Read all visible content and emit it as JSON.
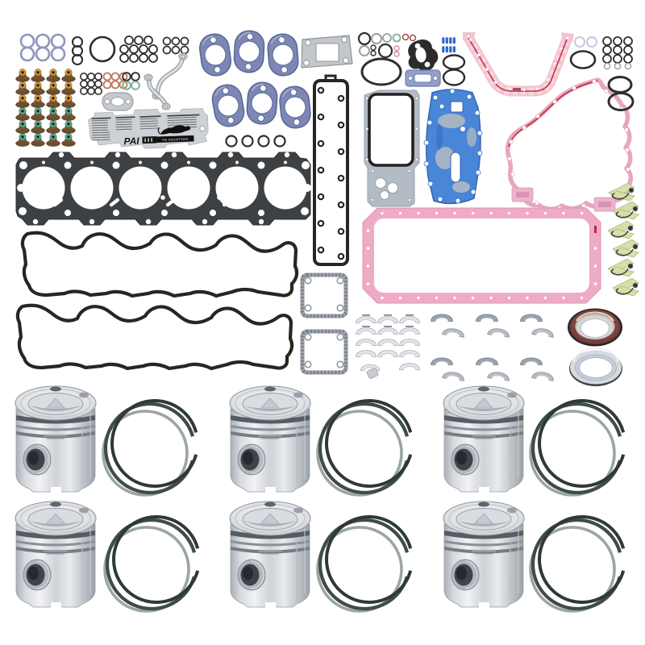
{
  "meta": {
    "description": "Product photo: inframe engine rebuild kit for 6-cylinder diesel engine on white background",
    "background": "#ffffff"
  },
  "tag": {
    "brand": "PAI",
    "brand_bar": "PAI INDUSTRIES"
  },
  "colors": {
    "oring_black": "#2e2e2e",
    "oring_periwinkle": "#8d96bf",
    "oring_gray": "#9aa0a8",
    "oring_green": "#79b29b",
    "oring_red": "#a84848",
    "oring_pink": "#d98aa6",
    "oring_lavender": "#c6c8dd",
    "oring_copper": "#c2795a",
    "seal_body_brown": "#7a5a38",
    "seal_dark_brown": "#4a3622",
    "seal_cap_amber": "#d79a3c",
    "seal_cap_teal": "#4fb39c",
    "manifold_blue": "#7c87b6",
    "manifold_blue_dark": "#5a6595",
    "metal_light": "#c6cacf",
    "metal_mid": "#9fa6ad",
    "gasket_black": "#262626",
    "head_gasket_gray": "#3e4144",
    "tag_silver": "#cdd1d6",
    "cooler_plate_gray": "#b3bbc5",
    "cooler_blue": "#4a86d8",
    "cooler_blue_dark": "#2f66b4",
    "gasket_pink": "#efaac6",
    "gasket_pink_dark": "#e291b4",
    "gasket_pink_pale": "#f2c3d2",
    "bead_red": "#c63333",
    "clip_green": "#d6dfa6",
    "wire_dark": "#3c3e41",
    "bearing_light": "#e3e5e9",
    "bearing_mid": "#b7bdc5",
    "bearing_dark": "#9aa2ab",
    "seal_maroon": "#6e3b3b",
    "seal_silver": "#d3dae1",
    "ring_dark": "#3e4c4b",
    "ring_mid": "#2f3939",
    "ring_light": "#9aa5a4"
  },
  "parts": [
    {
      "id": "periwinkle_orings",
      "name": "O-rings, periwinkle",
      "qty": 6
    },
    {
      "id": "black_oring_column",
      "name": "O-rings, small black column",
      "qty": 3
    },
    {
      "id": "large_black_oring",
      "name": "O-ring, large black",
      "qty": 1
    },
    {
      "id": "black_oring_cluster",
      "name": "O-rings, black cluster",
      "qty": 11
    },
    {
      "id": "black_orings_2x3",
      "name": "O-rings, black 2x3",
      "qty": 6
    },
    {
      "id": "valve_stem_seals_amber",
      "name": "Valve stem seals, amber top",
      "qty": 12
    },
    {
      "id": "valve_stem_seals_teal",
      "name": "Valve stem seals, teal top",
      "qty": 12
    },
    {
      "id": "black_orings_3x3",
      "name": "O-rings, black 3x3",
      "qty": 9
    },
    {
      "id": "copper_orings",
      "name": "O-rings, copper",
      "qty": 6
    },
    {
      "id": "black_green_pairs",
      "name": "O-rings, black and green pairs",
      "qty": 4
    },
    {
      "id": "oil_supply_tubes",
      "name": "Oil supply tubes",
      "qty": 2
    },
    {
      "id": "oval_flange_gasket",
      "name": "Oval flange gasket",
      "qty": 1
    },
    {
      "id": "info_tag",
      "name": "PAI parts tag",
      "qty": 1
    },
    {
      "id": "exhaust_manifold_gaskets",
      "name": "Exhaust manifold gaskets, blue",
      "qty": 6
    },
    {
      "id": "black_oring_row",
      "name": "O-rings, black row",
      "qty": 4
    },
    {
      "id": "turbo_gasket",
      "name": "Turbo mounting gasket",
      "qty": 1
    },
    {
      "id": "rocker_housing_gasket",
      "name": "Rocker housing gasket",
      "qty": 1
    },
    {
      "id": "assorted_small_orings",
      "name": "Assorted small o-rings",
      "qty": 11
    },
    {
      "id": "large_black_oval_oring",
      "name": "O-ring, large black oval",
      "qty": 1
    },
    {
      "id": "fuel_pump_gasket",
      "name": "Fuel transfer pump gasket",
      "qty": 1
    },
    {
      "id": "blue_port_gasket",
      "name": "Port gasket, blue",
      "qty": 1
    },
    {
      "id": "push_tube_seals",
      "name": "Push tube seals, blue",
      "qty": 8
    },
    {
      "id": "black_oval_orings",
      "name": "O-rings, black oval",
      "qty": 2
    },
    {
      "id": "rear_cover_gasket",
      "name": "Rear cover gasket with red bead",
      "qty": 1
    },
    {
      "id": "front_cover_gasket",
      "name": "Front gear cover gasket, pink",
      "qty": 1
    },
    {
      "id": "lavender_orings",
      "name": "O-rings, lavender",
      "qty": 2
    },
    {
      "id": "topright_oring_grid",
      "name": "O-rings, black grid plus gray",
      "qty": 12
    },
    {
      "id": "large_black_ovals",
      "name": "O-rings, large black ovals",
      "qty": 3
    },
    {
      "id": "oil_cooler_gasket",
      "name": "Oil cooler gasket and plate",
      "qty": 1
    },
    {
      "id": "oil_cooler_core",
      "name": "Oil cooler core, blue",
      "qty": 1
    },
    {
      "id": "valve_cover_gaskets",
      "name": "Valve cover gaskets",
      "qty": 2
    },
    {
      "id": "access_cover_gaskets",
      "name": "Access cover gaskets, square",
      "qty": 2
    },
    {
      "id": "oil_pan_gasket",
      "name": "Oil pan gasket, pink",
      "qty": 1
    },
    {
      "id": "valve_spring_clips",
      "name": "Spring clips",
      "qty": 6
    },
    {
      "id": "main_bearing_shells",
      "name": "Main bearing shells",
      "qty": 14
    },
    {
      "id": "thrust_washer",
      "name": "Thrust washer",
      "qty": 1
    },
    {
      "id": "rod_bearing_pairs",
      "name": "Rod bearing pairs",
      "qty": 6
    },
    {
      "id": "front_crank_seal",
      "name": "Front crankshaft seal",
      "qty": 1
    },
    {
      "id": "rear_crank_seal",
      "name": "Rear crankshaft seal",
      "qty": 1
    },
    {
      "id": "pistons",
      "name": "Pistons",
      "qty": 6
    },
    {
      "id": "piston_ring_sets",
      "name": "Piston ring sets",
      "qty": 6
    },
    {
      "id": "head_gasket",
      "name": "Cylinder head gasket, 6 bores",
      "qty": 1
    }
  ]
}
